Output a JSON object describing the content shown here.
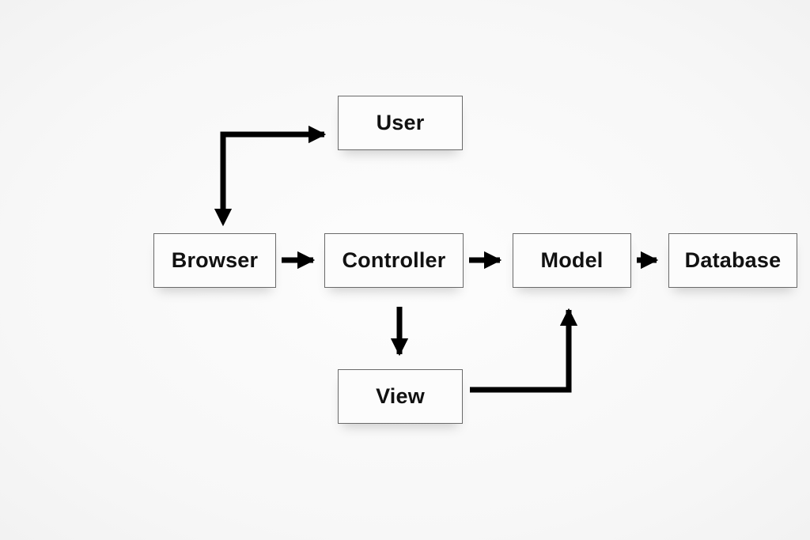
{
  "diagram": {
    "nodes": {
      "user": "User",
      "browser": "Browser",
      "controller": "Controller",
      "model": "Model",
      "database": "Database",
      "view": "View"
    }
  },
  "colors": {
    "arrow": "#000000",
    "node_border": "#6a6a6a",
    "node_fill": "#fcfcfc",
    "text": "#111111"
  }
}
